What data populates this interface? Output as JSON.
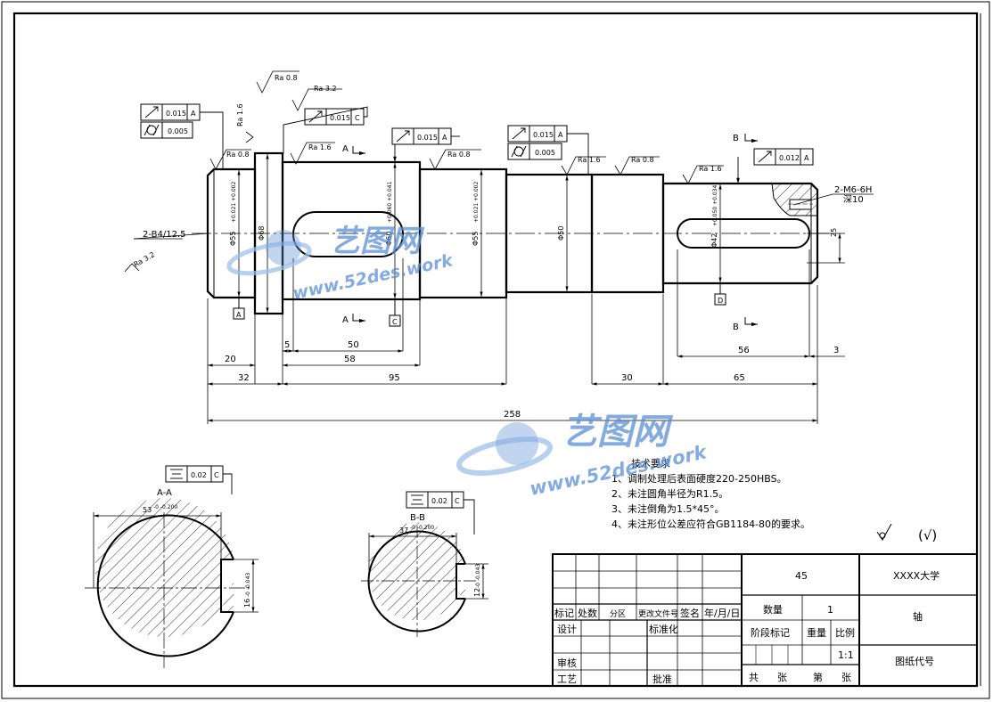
{
  "colors": {
    "line": "#000000",
    "watermark": "#5b8fd6",
    "watermark_light": "#9fc1ec"
  },
  "watermark": {
    "brand": "艺图网",
    "url": "www.52des.work"
  },
  "gdt": {
    "runout1": "0.015",
    "runout1_ref": "A",
    "cyl1": "0.005",
    "runout2": "0.015",
    "runout2_ref": "C",
    "runout3": "0.015",
    "runout3_ref": "A",
    "runout4": "0.015",
    "runout4_ref": "A",
    "cyl2": "0.005",
    "runout5": "0.012",
    "runout5_ref": "A",
    "sym1": "0.02",
    "sym1_ref": "C",
    "sym2": "0.02",
    "sym2_ref": "C"
  },
  "roughness": {
    "r1": "Ra 0.8",
    "r2": "Ra 3.2",
    "r3": "Ra 1.6",
    "r4": "Ra 0.8",
    "r5": "Ra 1.6",
    "r6": "Ra 0.8",
    "r7": "Ra 1.6",
    "r8": "Ra 0.8",
    "r9": "Ra 1.6",
    "r10": "Ra 3.2"
  },
  "datums": {
    "a": "A",
    "c": "C",
    "d": "D"
  },
  "sections": {
    "aa_mark": "A",
    "bb_mark": "B",
    "aa_title": "A-A",
    "bb_title": "B-B"
  },
  "dims": {
    "center_hole": "2-B4/12.5",
    "thread": "2-M6-6H",
    "thread_depth": "深10",
    "d55a": "Φ55",
    "d55a_tol": "+0.021 +0.002",
    "d68": "Φ68",
    "d60": "Φ60",
    "d60_tol": "+0.060 +0.041",
    "d55b": "Φ55",
    "d55b_tol": "+0.021 +0.002",
    "d50": "Φ50",
    "d42": "Φ42",
    "d42_tol": "+0.050 +0.034",
    "key_h": "25",
    "l5": "5",
    "l50": "50",
    "l20": "20",
    "l58": "58",
    "l32": "32",
    "l95": "95",
    "l30": "30",
    "l56": "56",
    "l3": "3",
    "l65": "65",
    "l258": "258",
    "aa_53": "53",
    "aa_53_tol": "-0 -0.200",
    "aa_16": "16",
    "aa_16_tol": "-0 -0.043",
    "bb_37": "37",
    "bb_37_tol": "-0 -0.200",
    "bb_12": "12",
    "bb_12_tol": "-0 -0.043"
  },
  "notes": {
    "title": "技术要求",
    "n1": "1、调制处理后表面硬度220-250HBS。",
    "n2": "2、未注圆角半径为R1.5。",
    "n3": "3、未注倒角为1.5*45°。",
    "n4": "4、未注形位公差应符合GB1184-80的要求。"
  },
  "rest_roughness": "(√)",
  "title_block": {
    "material": "45",
    "org": "XXXX大学",
    "part_name": "轴",
    "drawing_no": "图纸代号",
    "qty_label": "数量",
    "qty_value": "1",
    "stage_label": "阶段标记",
    "weight_label": "重量",
    "ratio_label": "比例",
    "ratio_value": "1:1",
    "sheets_total": "共",
    "sheets_unit1": "张",
    "sheets_no": "第",
    "sheets_unit2": "张",
    "mark": "标记",
    "count": "处数",
    "zone": "分区",
    "change_doc": "更改文件号",
    "sign": "签名",
    "date": "年/月/日",
    "design": "设计",
    "standard": "标准化",
    "review": "审核",
    "process": "工艺",
    "approve": "批准"
  }
}
